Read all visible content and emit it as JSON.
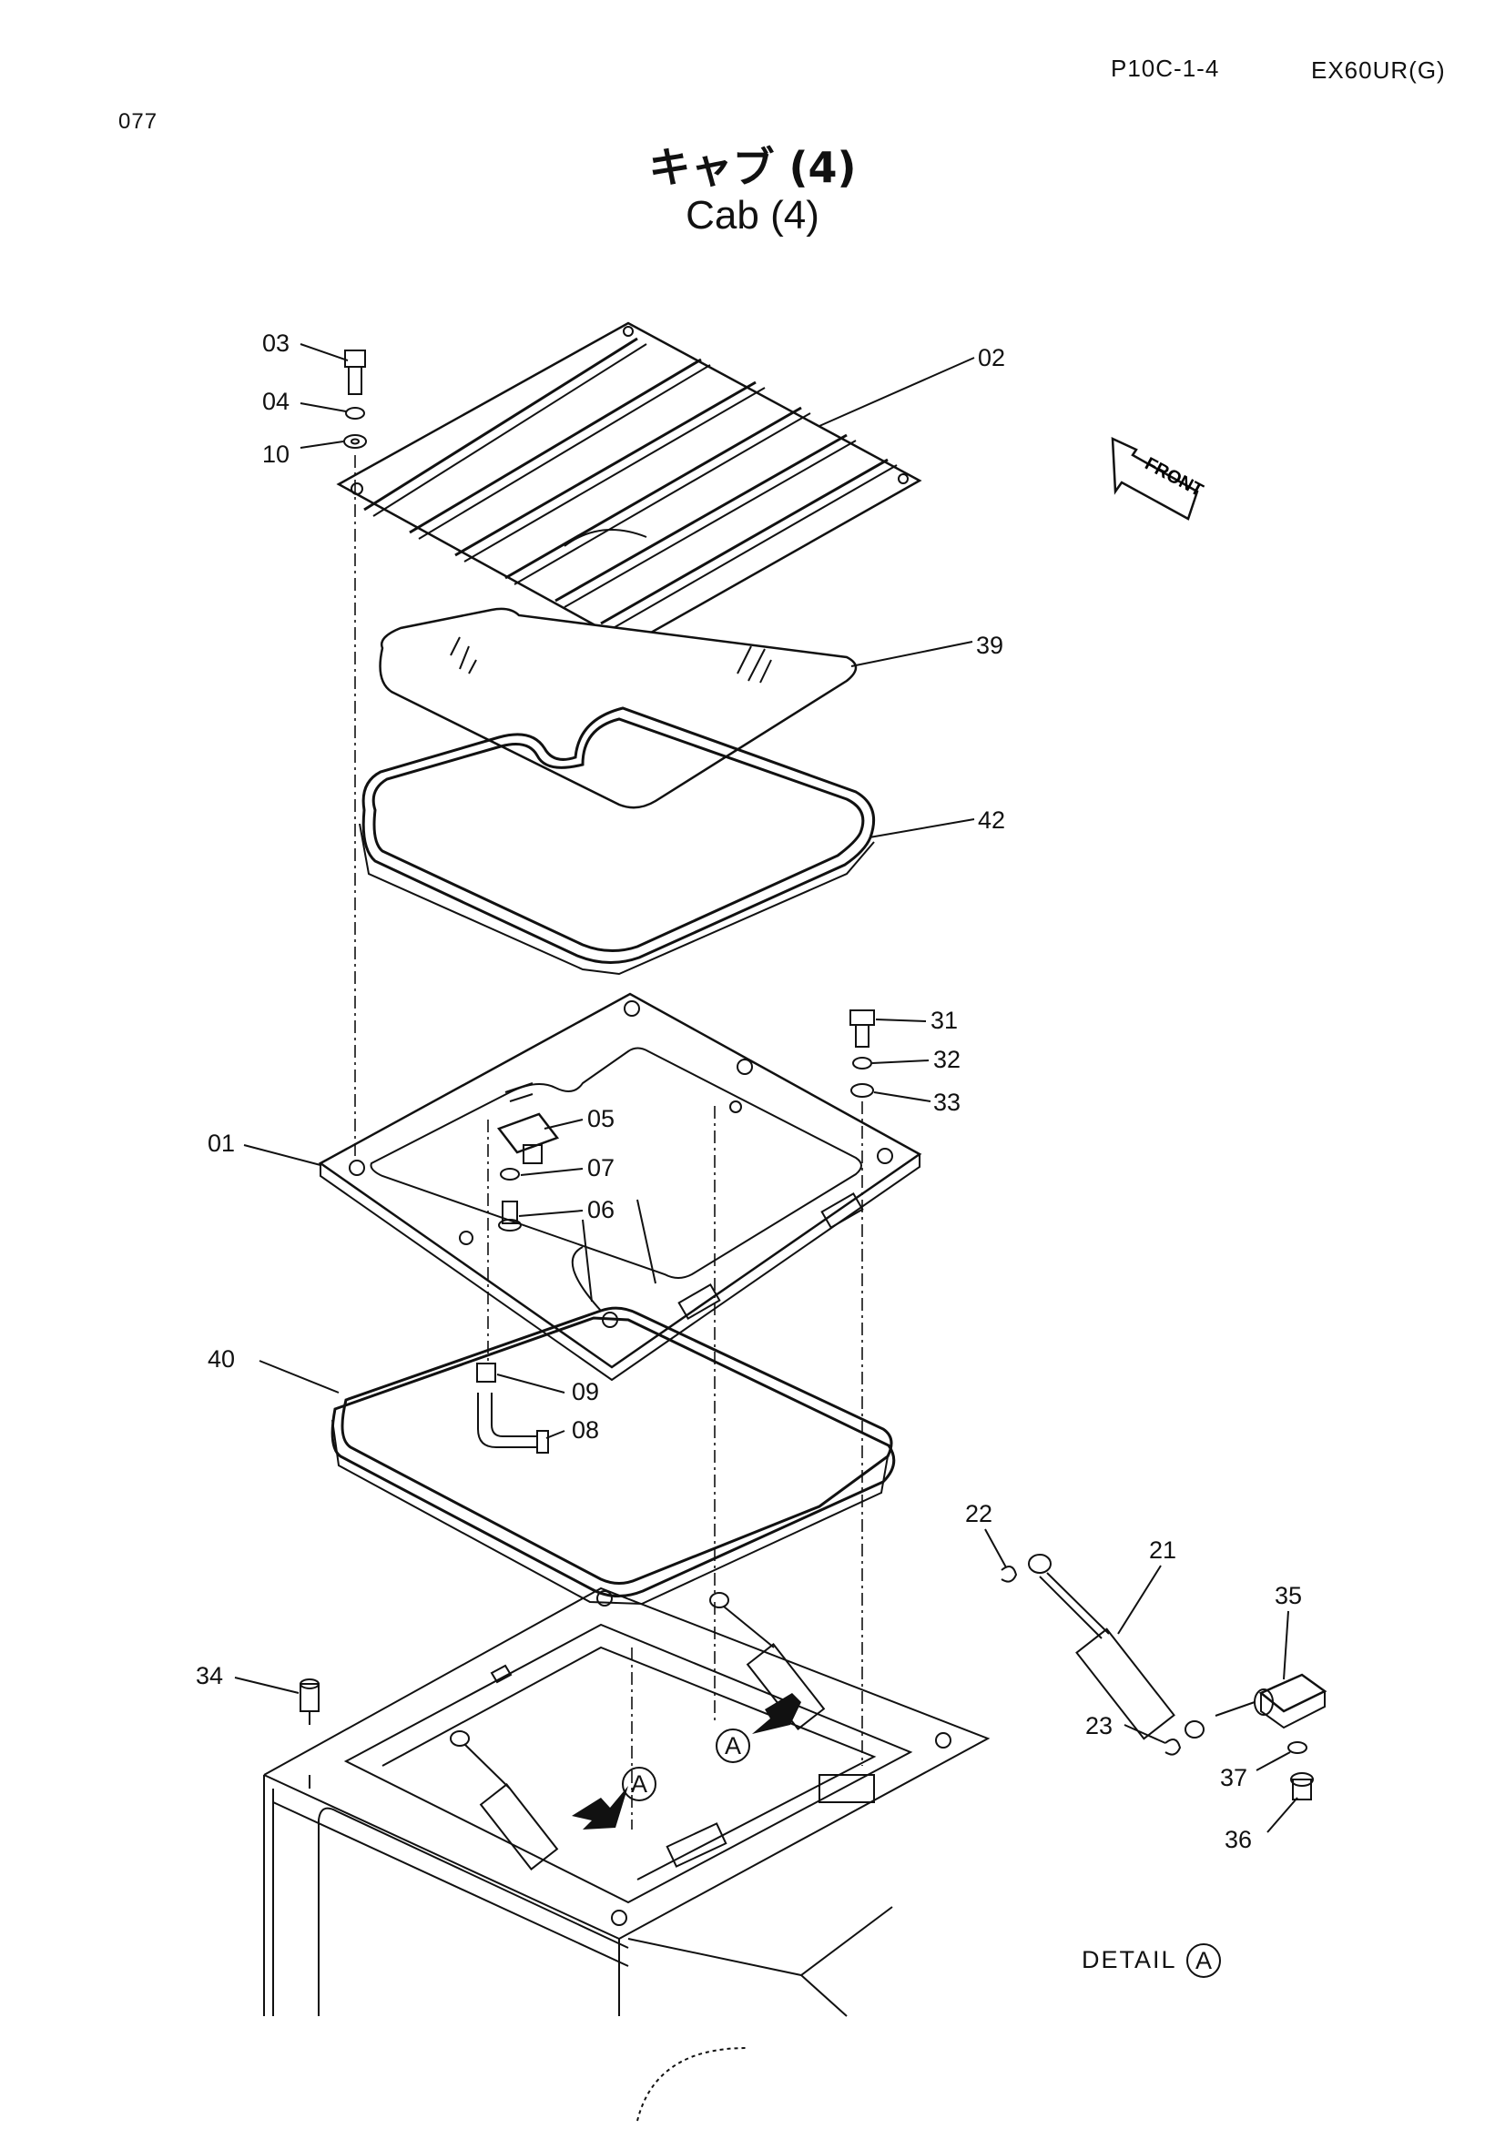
{
  "header": {
    "page_code": "P10C-1-4",
    "model": "EX60UR(G)",
    "page_number": "077"
  },
  "title": {
    "japanese": "キャブ (4)",
    "english": "Cab (4)"
  },
  "front_indicator": "FRONT",
  "detail": {
    "label": "DETAIL",
    "marker": "A"
  },
  "callouts": {
    "p01": "01",
    "p02": "02",
    "p03": "03",
    "p04": "04",
    "p05": "05",
    "p06": "06",
    "p07": "07",
    "p08": "08",
    "p09": "09",
    "p10": "10",
    "p21": "21",
    "p22": "22",
    "p23": "23",
    "p31": "31",
    "p32": "32",
    "p33": "33",
    "p34": "34",
    "p35": "35",
    "p36": "36",
    "p37": "37",
    "p39": "39",
    "p40": "40",
    "p42": "42",
    "view_a": "A"
  }
}
